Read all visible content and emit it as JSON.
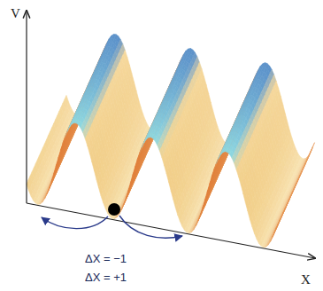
{
  "diagram": {
    "labels": [
      "V",
      "X",
      "ΔX = −1",
      "ΔX = +1"
    ]
  }
}
